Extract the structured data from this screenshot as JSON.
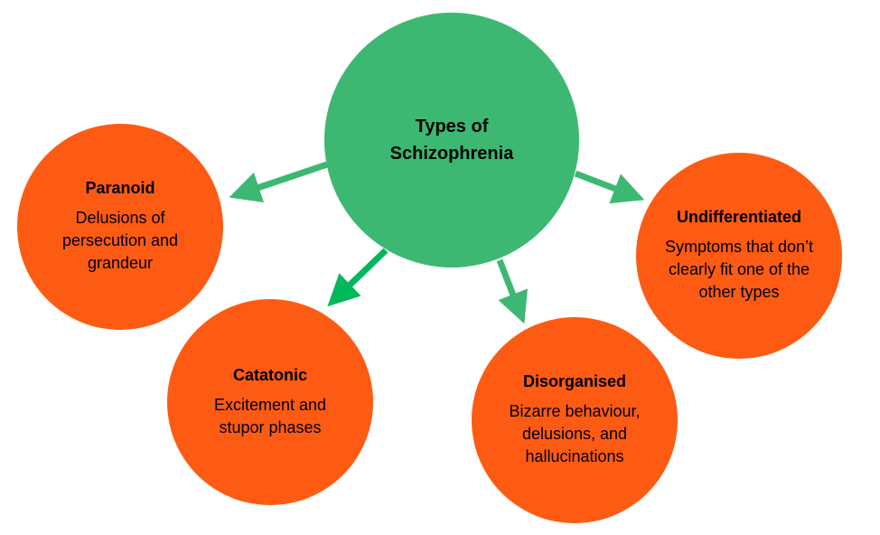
{
  "center": {
    "title": "Types of Schizophrenia",
    "line1": "Types of",
    "line2": "Schizophrenia"
  },
  "types": [
    {
      "title": "Paranoid",
      "description": "Delusions of persecution and grandeur"
    },
    {
      "title": "Catatonic",
      "description": "Excitement and stupor phases"
    },
    {
      "title": "Disorganised",
      "description": "Bizarre behaviour, delusions, and hallucinations"
    },
    {
      "title": "Undifferentiated",
      "description": "Symptoms that don’t clearly fit one of the other types"
    }
  ],
  "colors": {
    "center": "#3db873",
    "node": "#fd5b13",
    "arrow": "#3db873",
    "arrow_catatonic": "#00b85b"
  }
}
